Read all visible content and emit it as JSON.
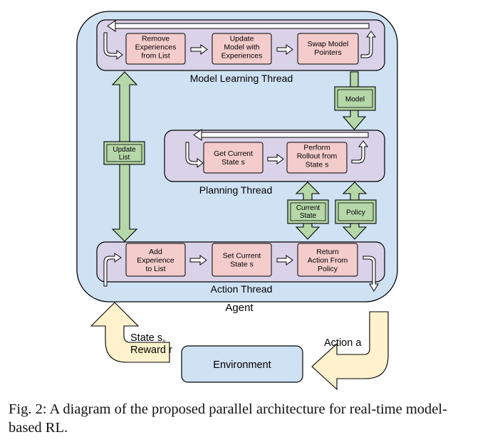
{
  "diagram": {
    "agent_label": "Agent",
    "environment_label": "Environment",
    "threads": {
      "model_learning": {
        "title": "Model Learning Thread",
        "steps": [
          [
            "Remove",
            "Experiences",
            "from List"
          ],
          [
            "Update",
            "Model with",
            "Experiences"
          ],
          [
            "Swap Model",
            "Pointers"
          ]
        ]
      },
      "planning": {
        "title": "Planning Thread",
        "steps": [
          [
            "Get Current",
            "State s"
          ],
          [
            "Perform",
            "Rollout from",
            "State s"
          ]
        ]
      },
      "action": {
        "title": "Action Thread",
        "steps": [
          [
            "Add",
            "Experience",
            "to List"
          ],
          [
            "Set Current",
            "State s"
          ],
          [
            "Return",
            "Action From",
            "Policy"
          ]
        ]
      }
    },
    "connectors": {
      "update_list": [
        "Update",
        "List"
      ],
      "model": [
        "Model"
      ],
      "current_state": [
        "Current",
        "State"
      ],
      "policy": [
        "Policy"
      ]
    },
    "loop_labels": {
      "state_reward": [
        "State s,",
        "Reward r"
      ],
      "action": [
        "Action a"
      ]
    },
    "colors": {
      "agent_fill": "#cfe2f3",
      "thread_fill": "#d9d2e9",
      "step_fill": "#f4cccc",
      "connector_fill": "#b6d7a8",
      "loop_arrow_fill": "#fff2cc",
      "outline": "#000000"
    }
  },
  "caption": "Fig. 2: A diagram of the proposed parallel architecture for real-time model-based RL."
}
